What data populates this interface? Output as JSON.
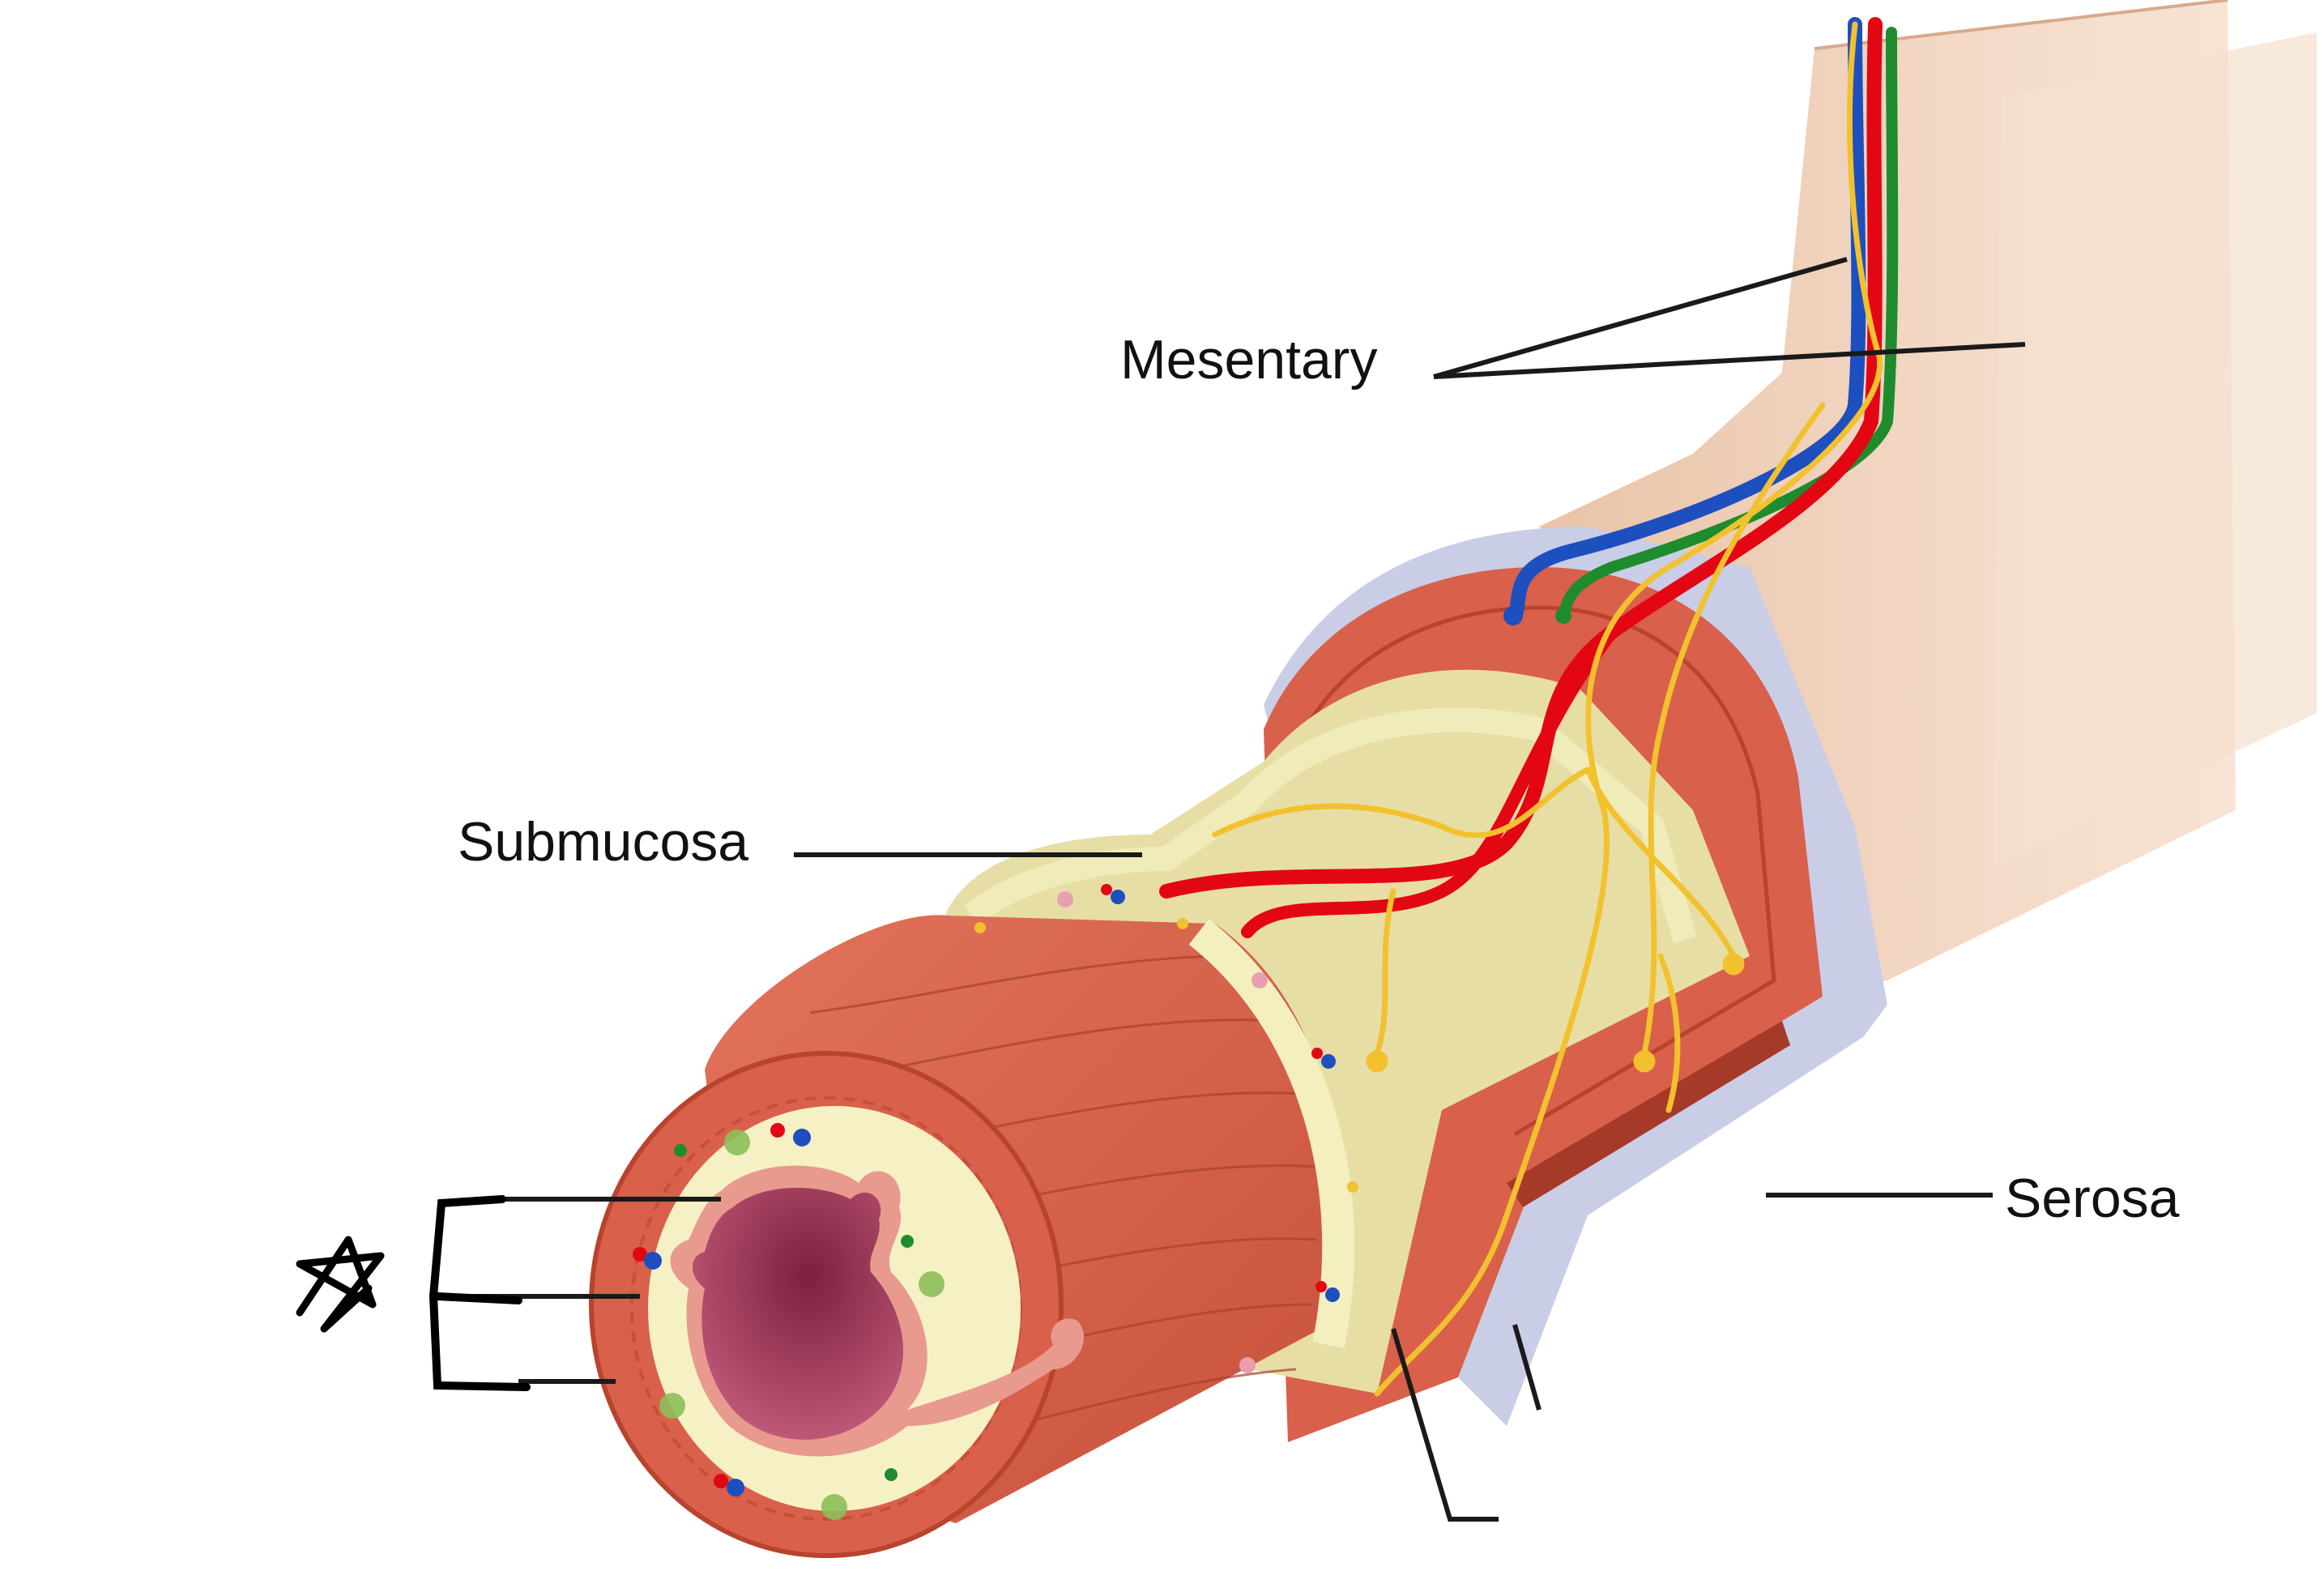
{
  "labels": {
    "mesentary": "Mesentary",
    "submucosa": "Submucosa",
    "serosa": "Serosa"
  },
  "colors": {
    "muscle": "#d9604a",
    "muscle_dark": "#b8432f",
    "submucosa": "#f3efbe",
    "mucosa": "#e89a8f",
    "lumen": "#a8405e",
    "serosa": "#c9cde6",
    "mesentery": "#ecc8b0",
    "artery": "#e30613",
    "vein": "#1d4fbf",
    "lymph": "#1e8c2e",
    "nerve": "#f2c12e",
    "leader": "#1a1a1a"
  },
  "icons": [
    "star-scribble-icon",
    "bracket-scribble-icon"
  ]
}
